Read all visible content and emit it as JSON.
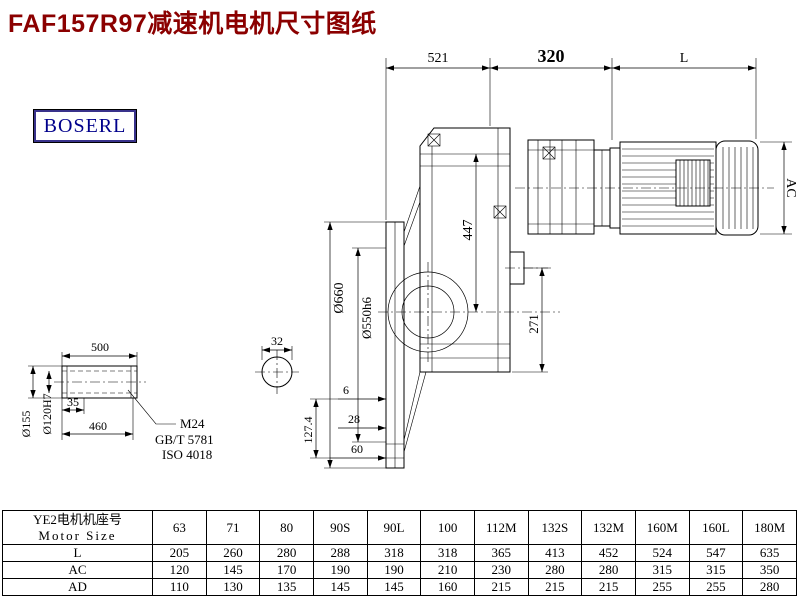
{
  "page": {
    "title": "FAF157R97减速机电机尺寸图纸",
    "logo_text": "BOSERL"
  },
  "drawing": {
    "dim_521": "521",
    "dim_320": "320",
    "dim_L": "L",
    "dim_AC": "AC",
    "dim_660": "Ø660",
    "dim_550": "Ø550h6",
    "dim_447": "447",
    "dim_271": "271",
    "dim_500": "500",
    "dim_32": "32",
    "dim_35": "35",
    "dim_460": "460",
    "thread_callout": "M24",
    "standard_gb": "GB/T 5781",
    "standard_iso": "ISO 4018",
    "dim_155": "Ø155",
    "dim_120": "Ø120H7",
    "dim_6": "6",
    "dim_28": "28",
    "dim_60": "60",
    "dim_127_4": "127.4"
  },
  "table": {
    "row_header_cn": "YE2电机机座号",
    "row_header_en": "Motor Size",
    "frame_sizes": [
      "63",
      "71",
      "80",
      "90S",
      "90L",
      "100",
      "112M",
      "132S",
      "132M",
      "160M",
      "160L",
      "180M"
    ],
    "rows": [
      {
        "label": "L",
        "values": [
          "205",
          "260",
          "280",
          "288",
          "318",
          "318",
          "365",
          "413",
          "452",
          "524",
          "547",
          "635"
        ]
      },
      {
        "label": "AC",
        "values": [
          "120",
          "145",
          "170",
          "190",
          "190",
          "210",
          "230",
          "280",
          "280",
          "315",
          "315",
          "350"
        ]
      },
      {
        "label": "AD",
        "values": [
          "110",
          "130",
          "135",
          "145",
          "145",
          "160",
          "215",
          "215",
          "215",
          "255",
          "255",
          "280"
        ]
      }
    ]
  }
}
